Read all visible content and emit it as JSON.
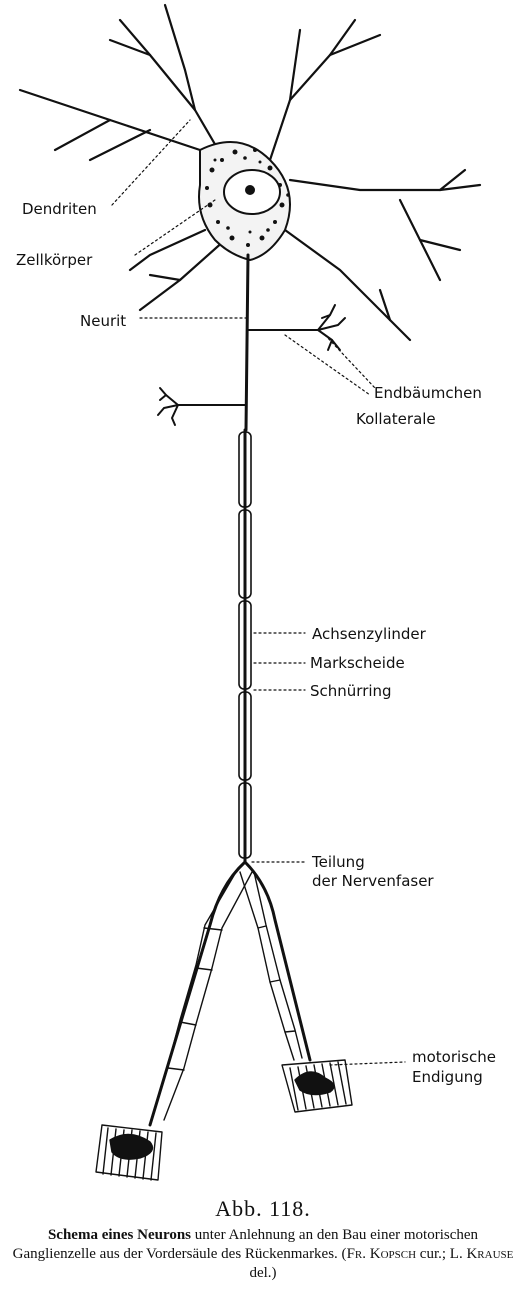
{
  "labels": {
    "dendriten": "Dendriten",
    "zellkoerper": "Zellkörper",
    "neurit": "Neurit",
    "endbaeumchen": "Endbäumchen",
    "kollaterale": "Kollaterale",
    "achsenzylinder": "Achsenzylinder",
    "markscheide": "Markscheide",
    "schnuerring": "Schnürring",
    "teilung_1": "Teilung",
    "teilung_2": "der Nervenfaser",
    "motorische_1": "motorische",
    "motorische_2": "Endigung"
  },
  "caption": {
    "figure": "Abb. 118.",
    "bold": "Schema eines Neurons",
    "text1": "unter Anlehnung an den Bau einer motorischen Ganglienzelle aus der Vordersäule des Rückenmarkes. (",
    "author1": "Fr. Kopsch",
    "text2": "cur.; ",
    "author2": "L. Krause",
    "text3": "del.)"
  },
  "colors": {
    "ink": "#111111",
    "background": "#ffffff"
  }
}
